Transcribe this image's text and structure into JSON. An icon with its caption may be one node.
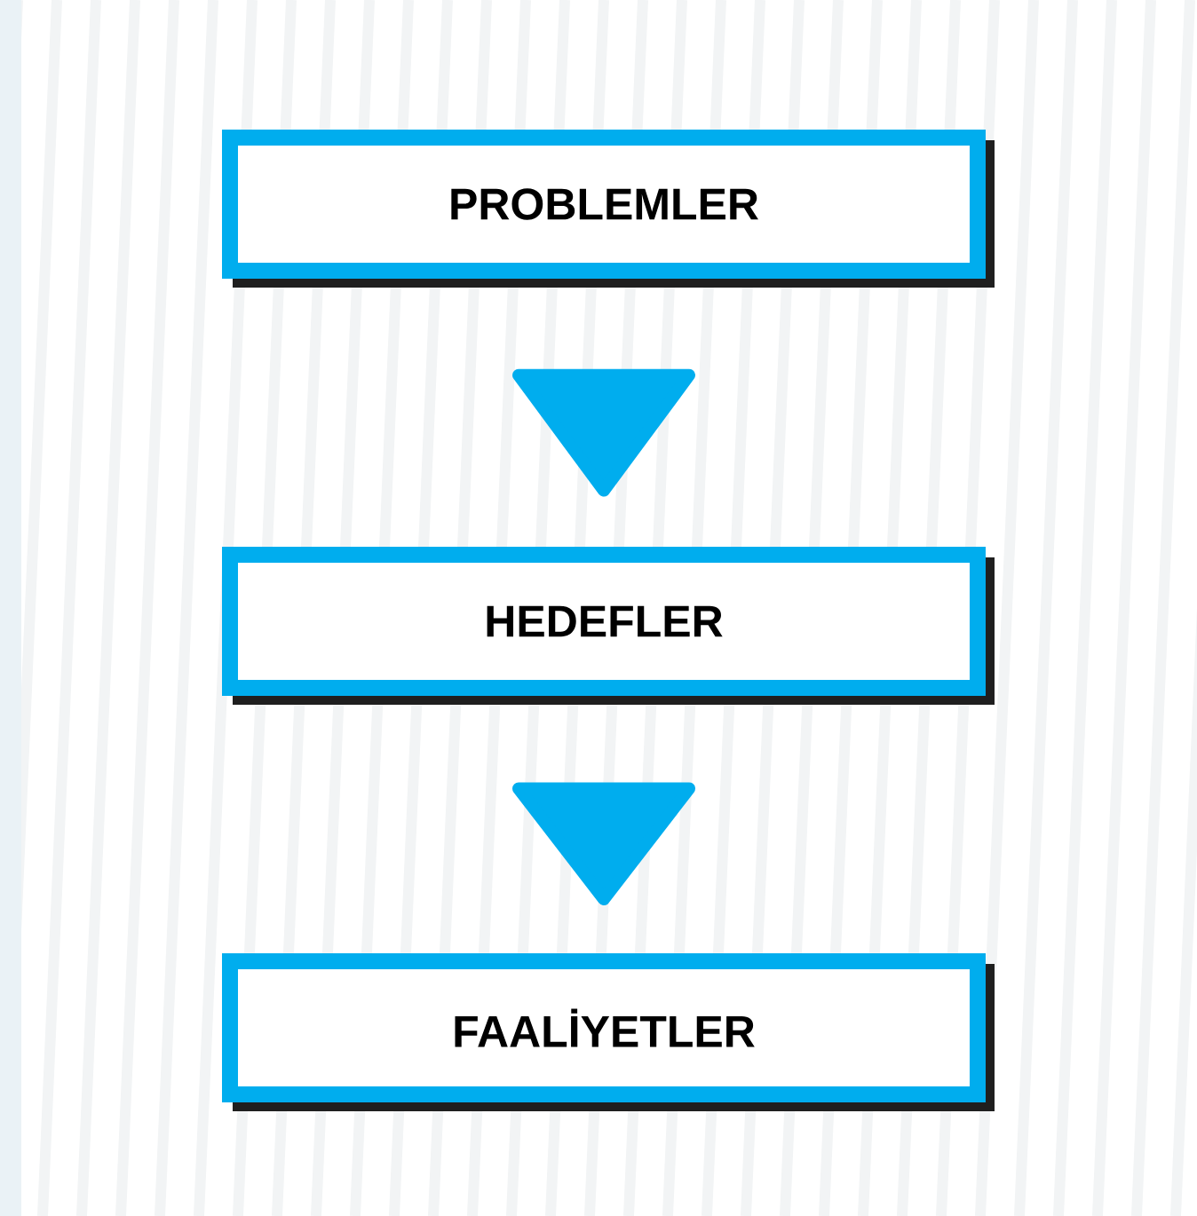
{
  "diagram": {
    "nodes": [
      {
        "text": [
          "PROBLEMLER"
        ]
      },
      {
        "text": [
          "HEDEFLER"
        ]
      },
      {
        "text": [
          "FAALİYETLER"
        ]
      }
    ],
    "edges": [
      {
        "from": 0,
        "to": 1,
        "arrow": "to"
      },
      {
        "from": 1,
        "to": 2,
        "arrow": "to"
      }
    ]
  }
}
